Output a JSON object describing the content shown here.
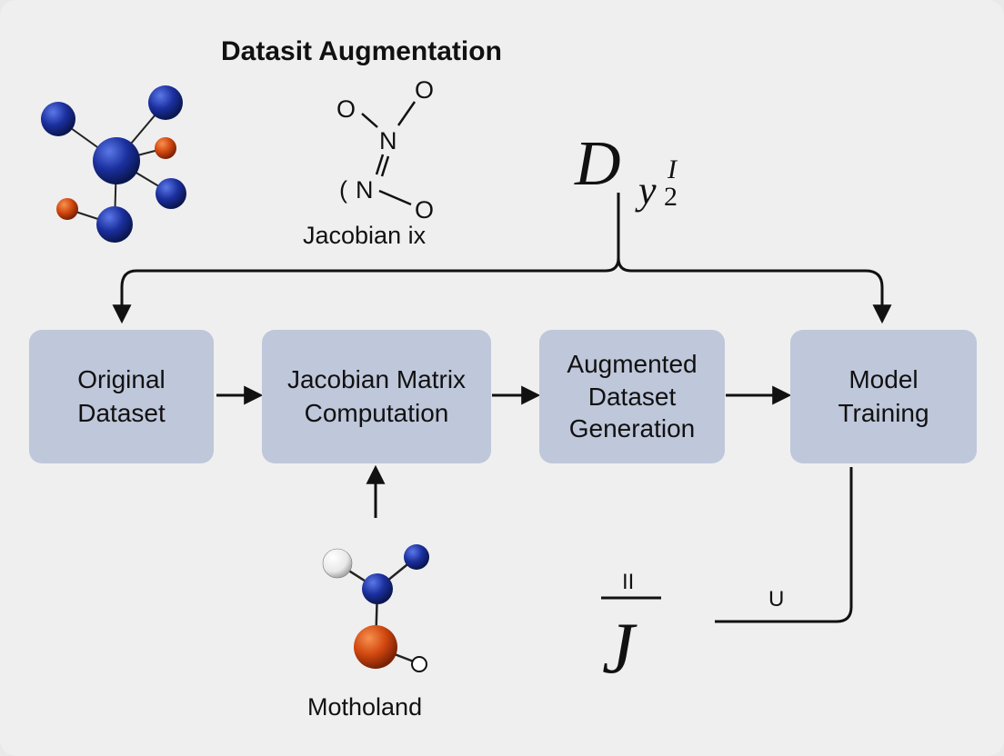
{
  "title": "Datasit Augmentation",
  "nitro_caption": "Jacobian ix",
  "molecule_caption": "Motholand",
  "formula": {
    "base": "D",
    "sub": "y",
    "sup": "I",
    "sub2": "2"
  },
  "j_symbol": {
    "top": "II",
    "letter": "J"
  },
  "u_label": "U",
  "nitro_atoms": {
    "o1": "O",
    "o2": "O",
    "n1": "N",
    "n2": "N",
    "o3": "O",
    "paren": "("
  },
  "boxes": {
    "original": {
      "line1": "Original",
      "line2": "Dataset"
    },
    "jacobian": {
      "line1": "Jacobian Matrix",
      "line2": "Computation"
    },
    "augmented": {
      "line1": "Augmented",
      "line2": "Dataset",
      "line3": "Generation"
    },
    "model": {
      "line1": "Model",
      "line2": "Training"
    }
  },
  "colors": {
    "box": "#bfc7da",
    "atom_blue": "#1b2f9e",
    "atom_orange": "#d1470f",
    "atom_white": "#f2f2f2",
    "stroke": "#111111"
  }
}
